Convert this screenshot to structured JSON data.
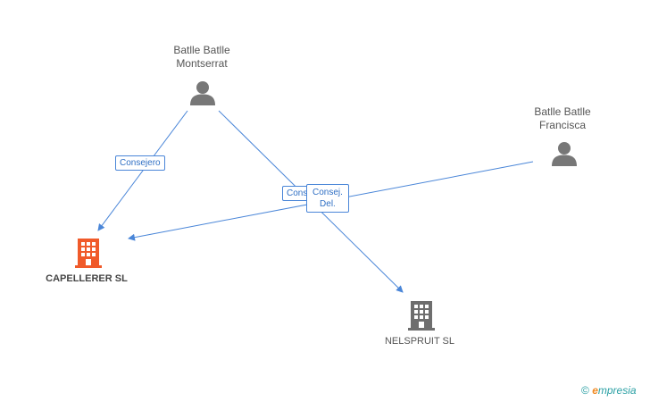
{
  "nodes": {
    "person1": {
      "line1": "Batlle Batlle",
      "line2": "Montserrat",
      "icon": "person-icon"
    },
    "person2": {
      "line1": "Batlle Batlle",
      "line2": "Francisca",
      "icon": "person-icon"
    },
    "company1": {
      "name": "CAPELLERER SL",
      "icon": "building-icon",
      "color": "#f05a2a"
    },
    "company2": {
      "name": "NELSPRUIT SL",
      "icon": "building-icon",
      "color": "#6e6e6e"
    }
  },
  "edges": [
    {
      "from": "Batlle Batlle Montserrat",
      "to": "CAPELLERER SL",
      "label": "Consejero"
    },
    {
      "from": "Batlle Batlle Montserrat",
      "to": "NELSPRUIT SL",
      "label": "Consejero"
    },
    {
      "from": "Batlle Batlle Francisca",
      "to": "CAPELLERER SL",
      "label": "Consej. Del."
    }
  ],
  "edge_label_text": {
    "consejero_1": "Consejero",
    "consejero_2": "Consejero",
    "consej_del_line1": "Consej.",
    "consej_del_line2": "Del."
  },
  "colors": {
    "edge": "#4a86d8",
    "person": "#777777"
  },
  "brand": {
    "copyright": "©",
    "e": "e",
    "rest": "mpresia"
  }
}
